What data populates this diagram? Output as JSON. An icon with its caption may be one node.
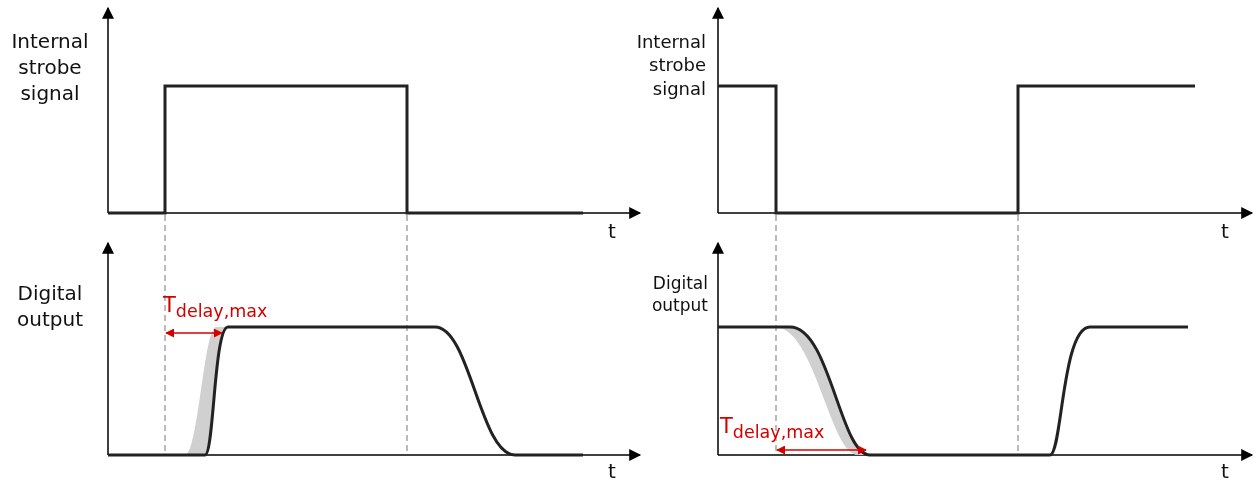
{
  "diagram": {
    "labels": [
      "Internal strobe signal",
      "Internal strobe signal",
      "t",
      "t",
      "Digital output",
      "T$_{delay,max}$",
      "Digital output",
      "T$_{delay,max}$",
      "t",
      "t"
    ]
  }
}
